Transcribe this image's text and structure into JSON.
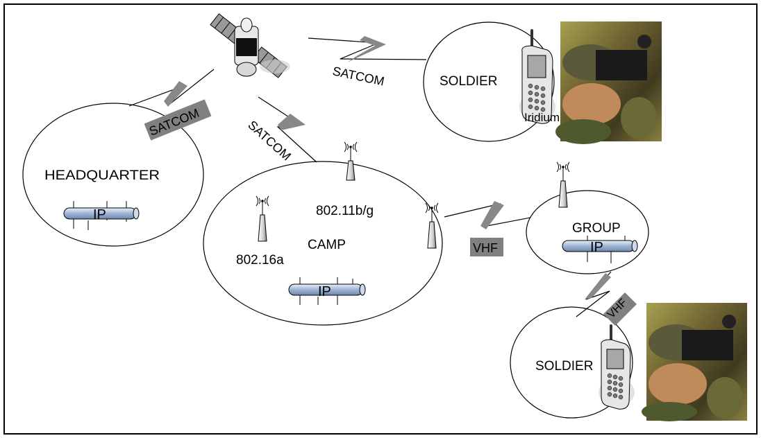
{
  "labels": {
    "headquarter": "HEADQUARTER",
    "camp": "CAMP",
    "group": "GROUP",
    "soldier_top": "SOLDIER",
    "soldier_bottom": "SOLDIER",
    "iridium": "Iridium",
    "wifi": "802.11b/g",
    "wimax": "802.16a"
  },
  "links": {
    "sat_to_soldier": "SATCOM",
    "sat_to_hq": "SATCOM",
    "sat_to_camp": "SATCOM",
    "camp_to_group": "VHF",
    "group_to_soldier": "VHF"
  },
  "ip": {
    "hq": "IP",
    "camp": "IP",
    "group": "IP"
  },
  "colors": {
    "badge_bg": "#808080",
    "bus_fill": "#b8c8e0",
    "line": "#000000"
  }
}
